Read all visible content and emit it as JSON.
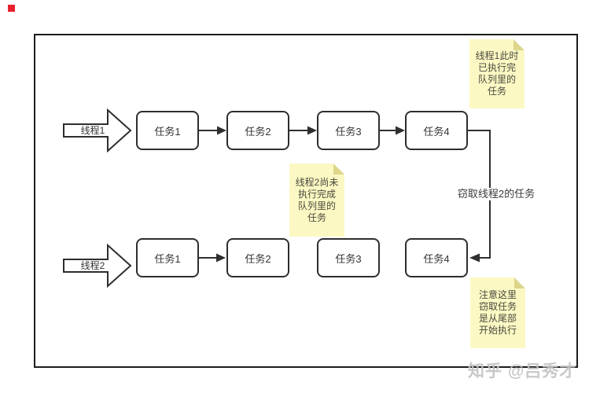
{
  "page": {
    "watermark": "知乎 @吕秀才"
  },
  "diagram": {
    "threads": [
      {
        "label": "线程1"
      },
      {
        "label": "线程2"
      }
    ],
    "rows": [
      {
        "name": "thread1-queue",
        "tasks": [
          "任务1",
          "任务2",
          "任务3",
          "任务4"
        ]
      },
      {
        "name": "thread2-queue",
        "tasks": [
          "任务1",
          "任务2",
          "任务3",
          "任务4"
        ]
      }
    ],
    "steal_arrow_label": "窃取线程2的任务",
    "notes": [
      {
        "text": "线程1此时\n已执行完\n队列里的\n任务"
      },
      {
        "text": "线程2尚未\n执行完成\n队列里的\n任务"
      },
      {
        "text": "注意这里\n窃取任务\n是从尾部\n开始执行"
      }
    ],
    "colors": {
      "line": "#2f2f2f",
      "box_border": "#2e2e2e",
      "note_bg": "#fbf8c3",
      "note_fold": "#ddd68a",
      "watermark": "#c3c3c3",
      "marker_red": "#e8212d"
    }
  }
}
